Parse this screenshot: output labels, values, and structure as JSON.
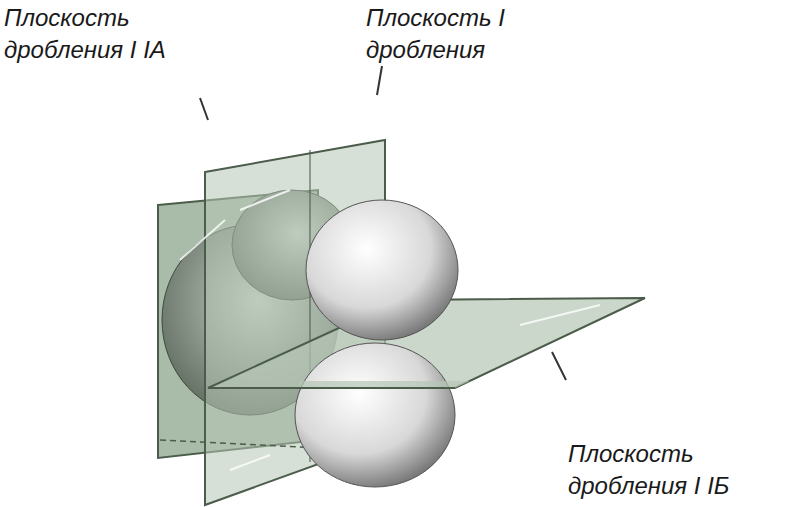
{
  "diagram": {
    "labels": [
      "Плоскость дробления I IA",
      "Плоскость I дробления",
      "Плоскость дробления I IБ"
    ]
  }
}
